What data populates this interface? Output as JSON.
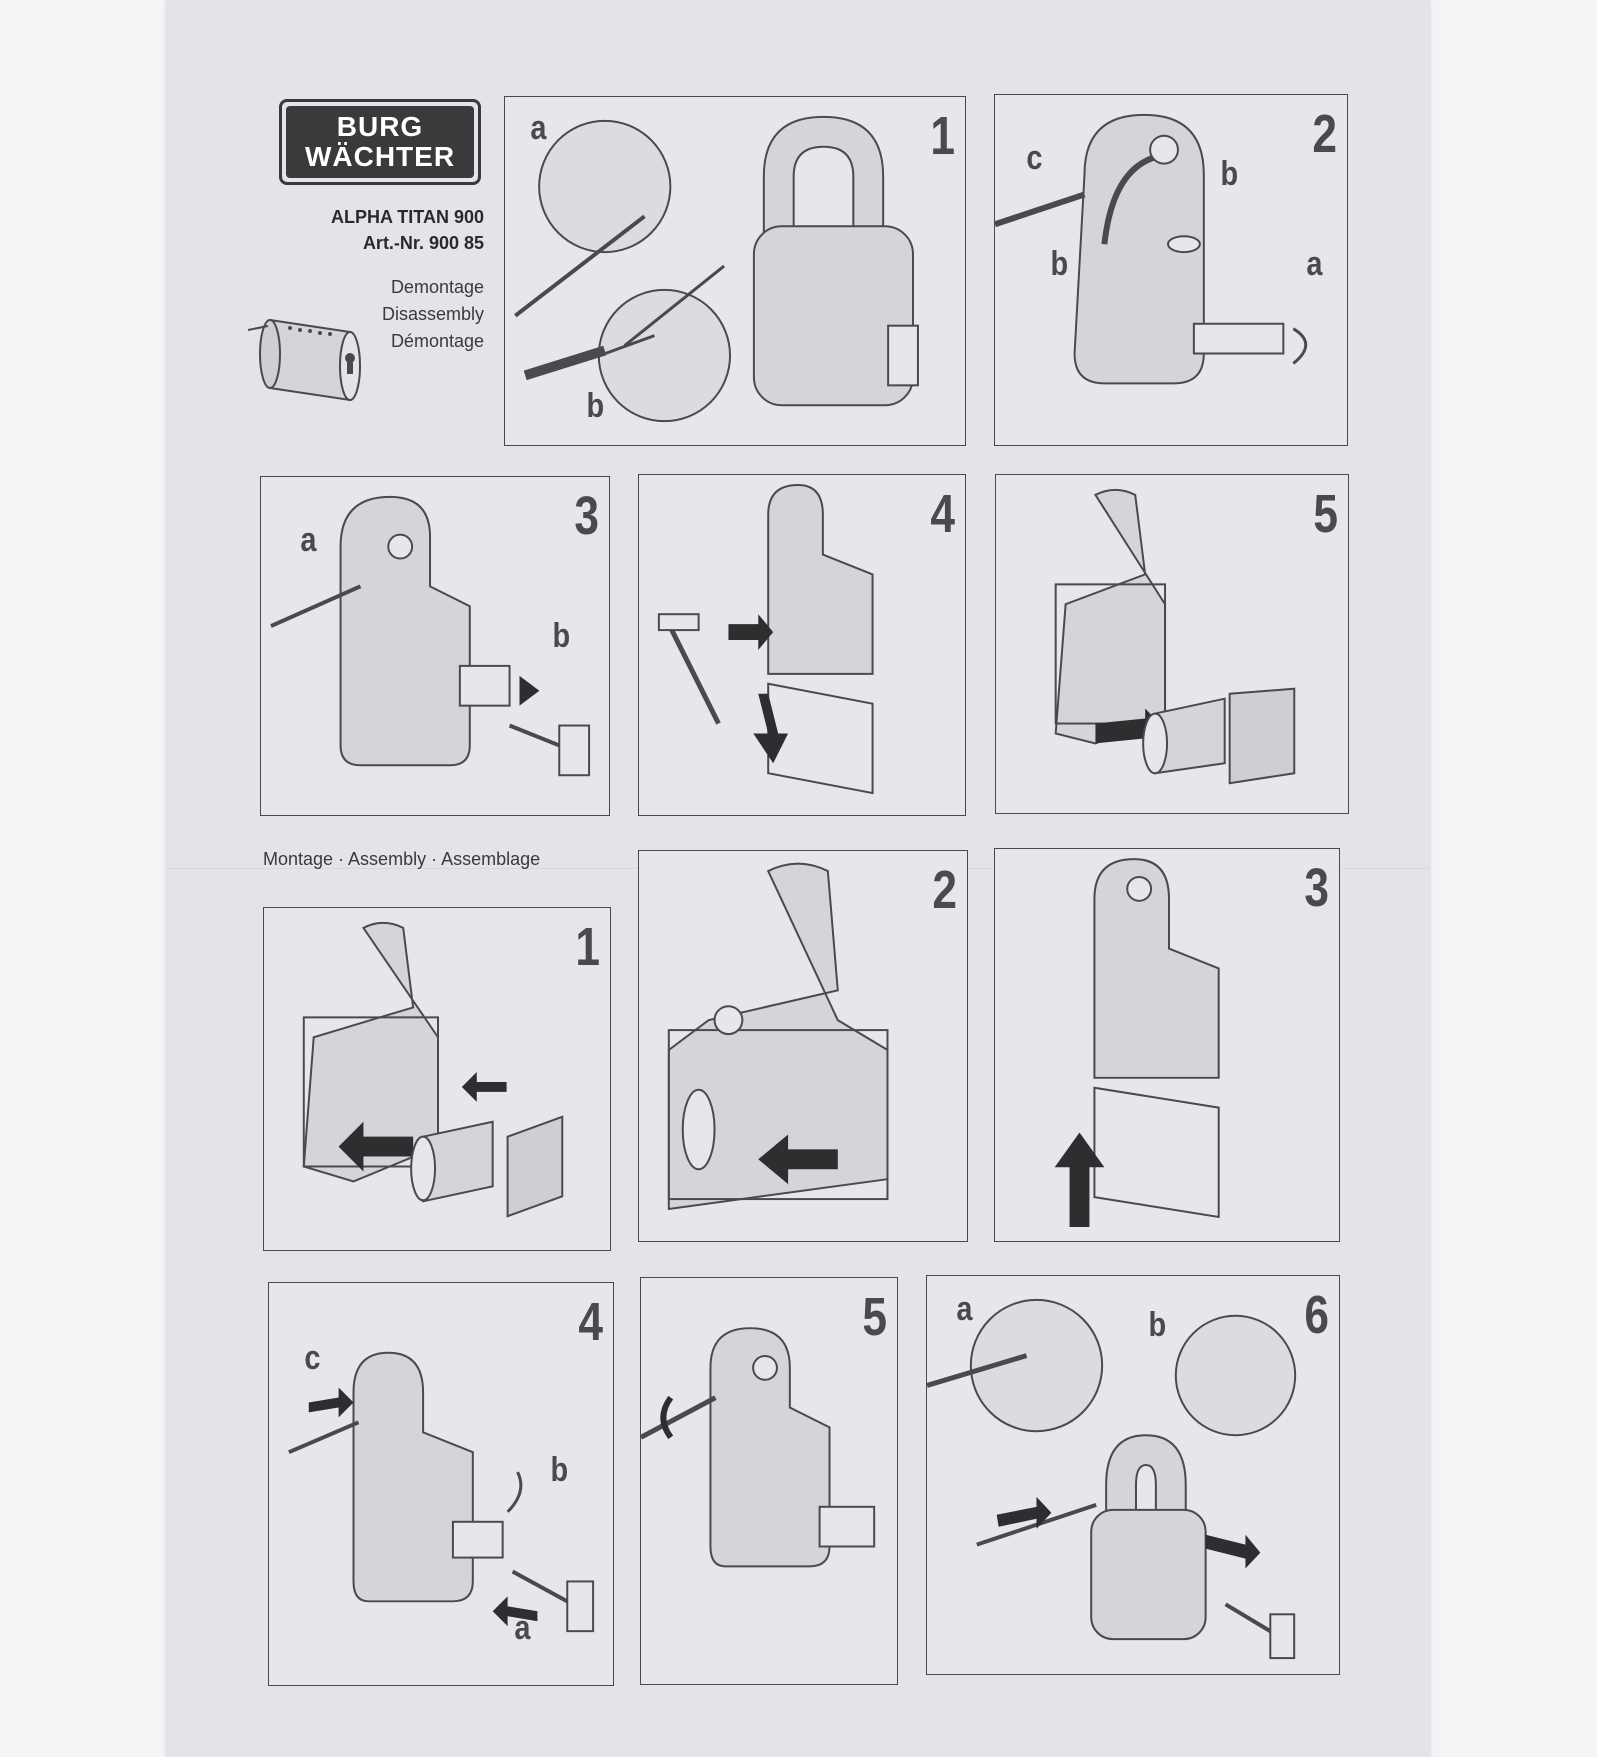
{
  "brand": {
    "line1": "BURG",
    "line2": "WÄCHTER"
  },
  "product": {
    "name": "ALPHA TITAN 900",
    "article": "Art.-Nr. 900 85"
  },
  "disassembly_titles": [
    "Demontage",
    "Disassembly",
    "Démontage"
  ],
  "assembly_heading": "Montage · Assembly · Assemblage",
  "disassembly_steps": [
    {
      "number": "1",
      "labels": [
        "a",
        "b"
      ]
    },
    {
      "number": "2",
      "labels": [
        "c",
        "b",
        "b",
        "a"
      ]
    },
    {
      "number": "3",
      "labels": [
        "a",
        "b"
      ]
    },
    {
      "number": "4",
      "labels": []
    },
    {
      "number": "5",
      "labels": []
    }
  ],
  "assembly_steps": [
    {
      "number": "1",
      "labels": []
    },
    {
      "number": "2",
      "labels": []
    },
    {
      "number": "3",
      "labels": []
    },
    {
      "number": "4",
      "labels": [
        "c",
        "b",
        "a"
      ]
    },
    {
      "number": "5",
      "labels": []
    },
    {
      "number": "6",
      "labels": [
        "a",
        "b"
      ]
    }
  ],
  "colors": {
    "paper": "#e4e3e9",
    "ink": "#4a4a4c",
    "lock_fill": "#d5d4da",
    "arrow": "#2e2e30"
  }
}
